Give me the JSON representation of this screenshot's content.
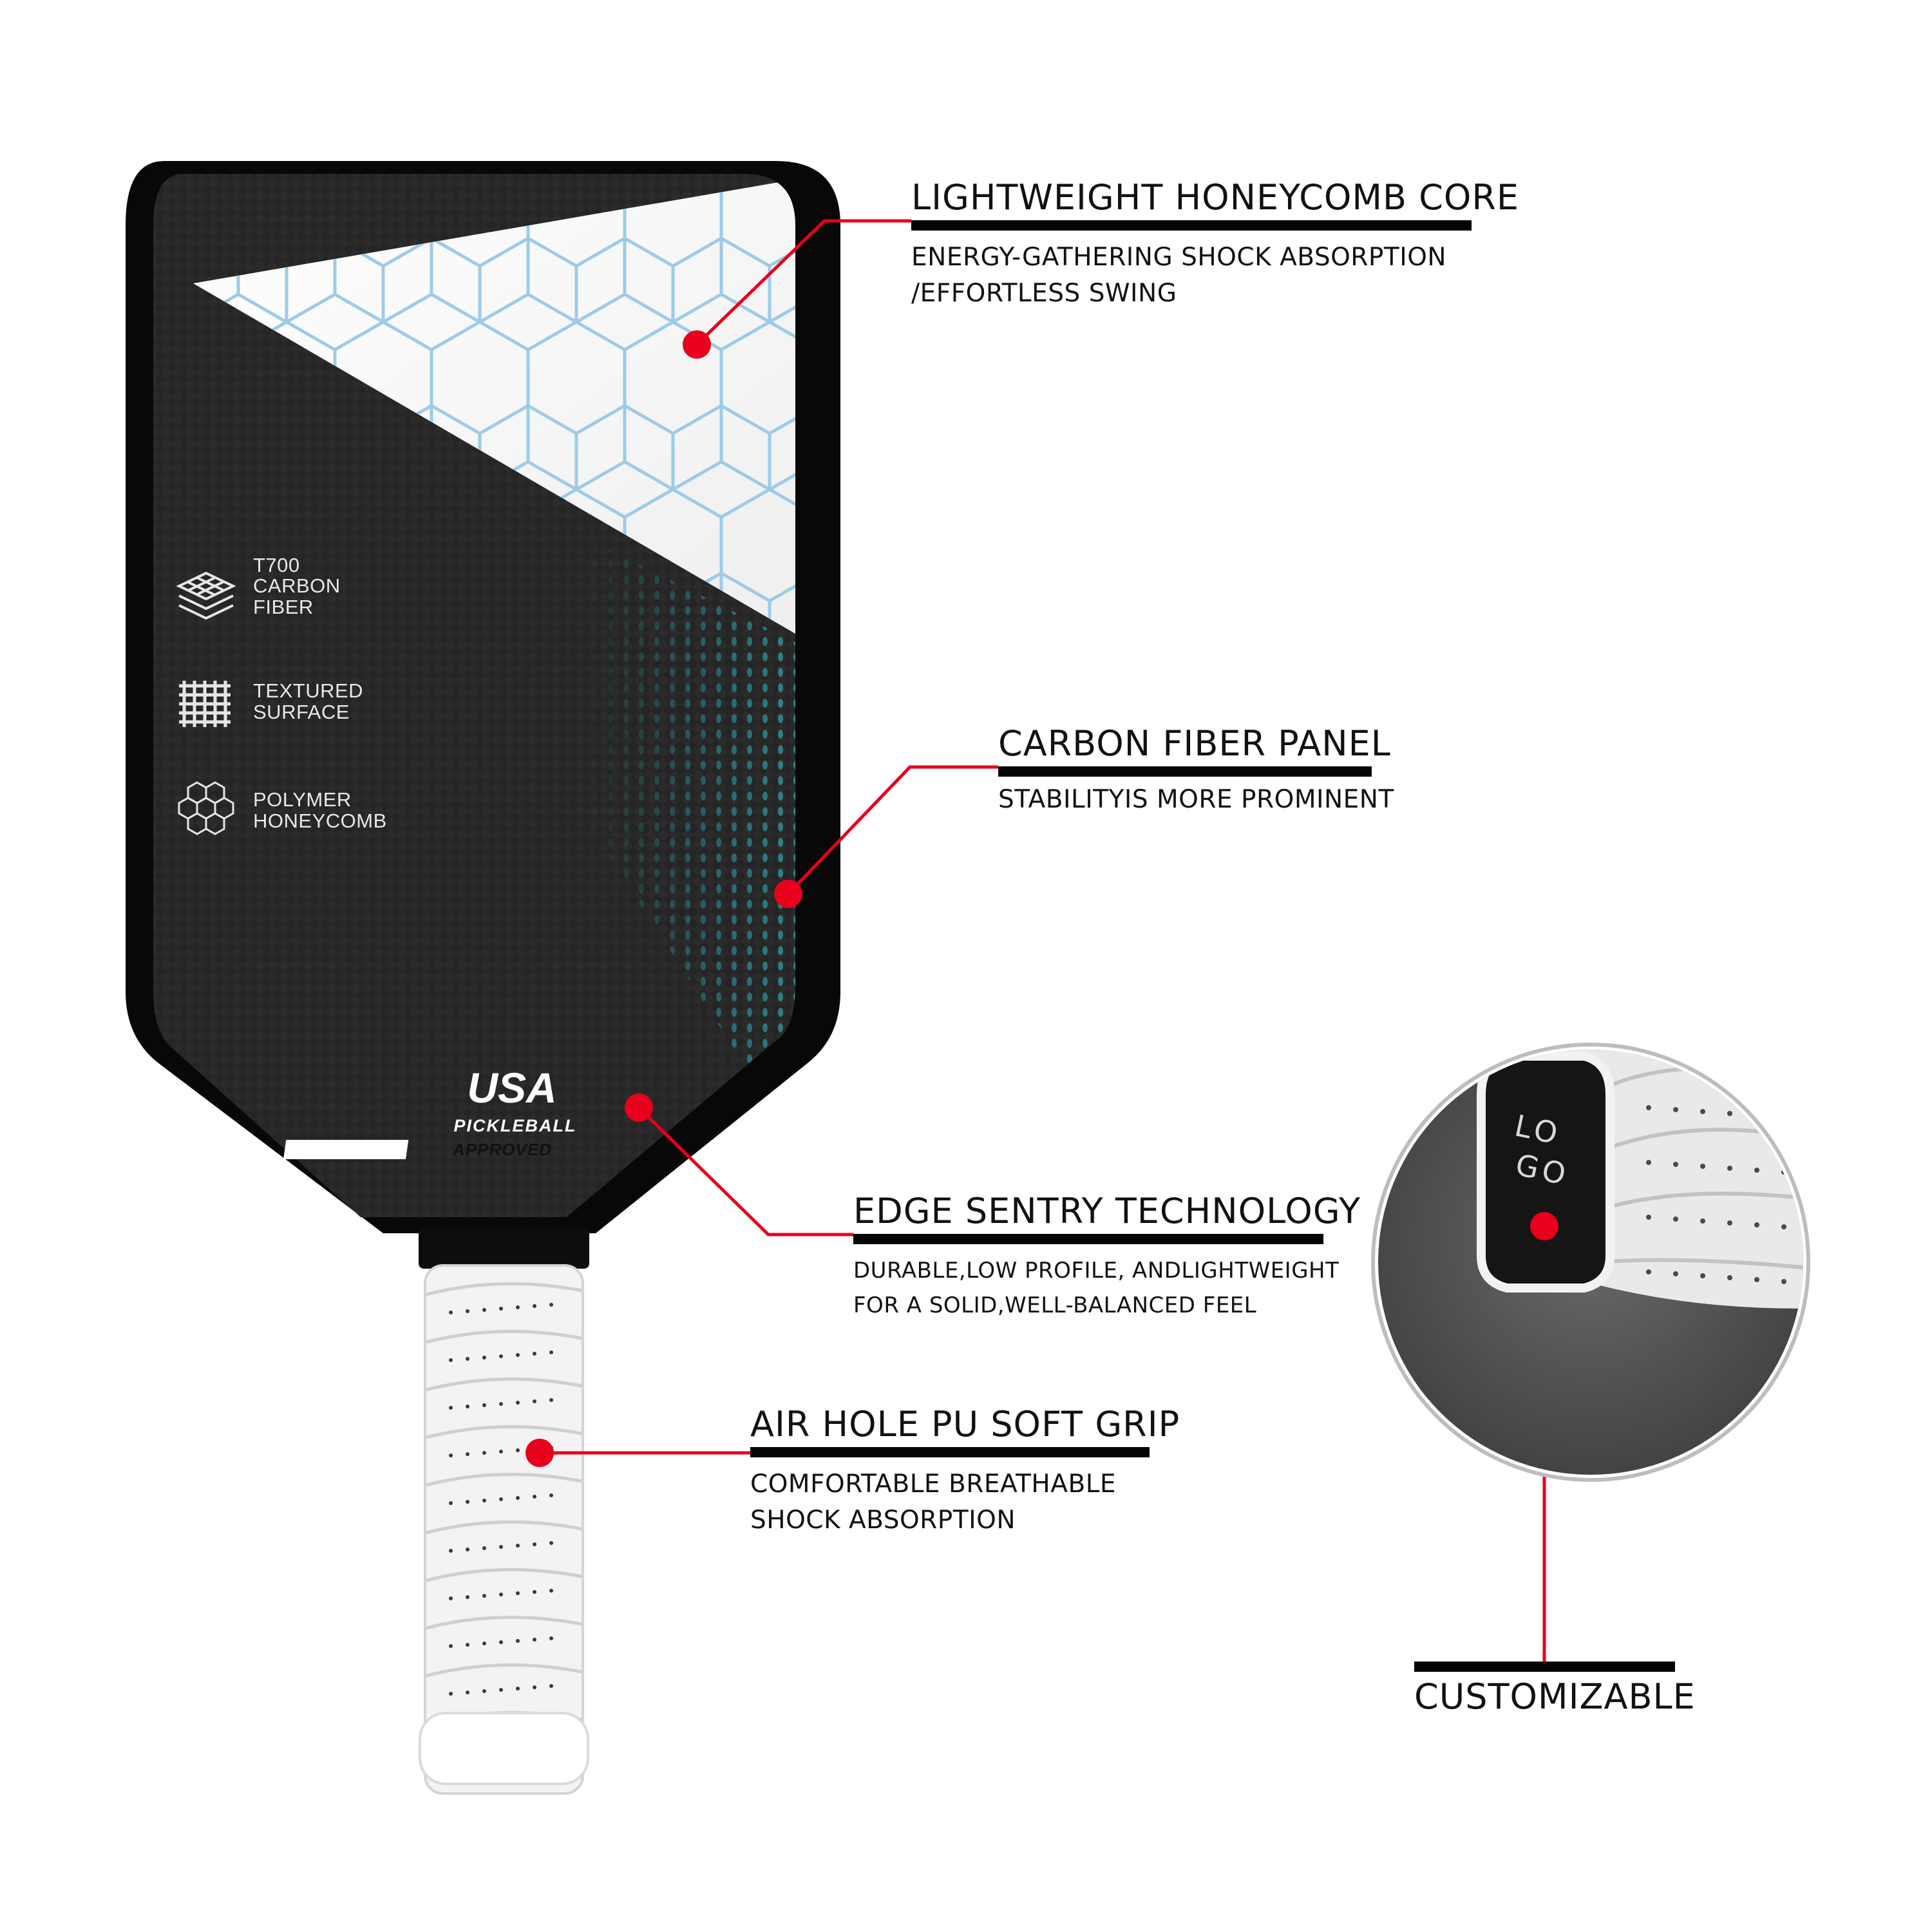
{
  "paddle": {
    "features": [
      {
        "icon": "carbon-layers-icon",
        "lines": [
          "T700",
          "CARBON",
          "FIBER"
        ]
      },
      {
        "icon": "textured-grid-icon",
        "lines": [
          "TEXTURED",
          "SURFACE"
        ]
      },
      {
        "icon": "honeycomb-cluster-icon",
        "lines": [
          "POLYMER",
          "HONEYCOMB"
        ]
      }
    ],
    "badge": {
      "line1": "USA",
      "line2": "PICKLEBALL",
      "line3": "APPROVED"
    }
  },
  "callouts": {
    "core": {
      "title": "LIGHTWEIGHT HONEYCOMB CORE",
      "desc1": "ENERGY-GATHERING SHOCK ABSORPTION",
      "desc2": "/EFFORTLESS SWING"
    },
    "panel": {
      "title": "CARBON FIBER PANEL",
      "desc1": "STABILITYIS MORE PROMINENT"
    },
    "edge": {
      "title": "EDGE SENTRY TECHNOLOGY",
      "desc1": "DURABLE,LOW PROFILE, ANDLIGHTWEIGHT",
      "desc2": "FOR A SOLID,WELL-BALANCED FEEL"
    },
    "grip": {
      "title": "AIR HOLE PU SOFT GRIP",
      "desc1": "COMFORTABLE BREATHABLE",
      "desc2": "SHOCK ABSORPTION"
    },
    "custom": {
      "title": "CUSTOMIZABLE"
    }
  },
  "endcap": {
    "logo_line1": "LO",
    "logo_line2": "GO"
  },
  "colors": {
    "accent": "#e8001c",
    "carbon": "#232323",
    "teal": "#2bb4c4",
    "line": "#050505"
  }
}
